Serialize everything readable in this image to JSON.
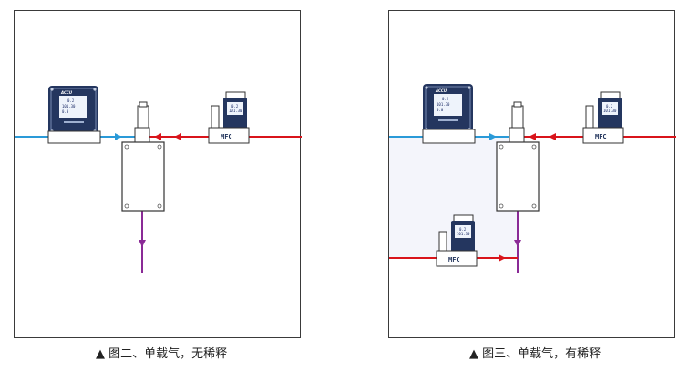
{
  "figures": [
    {
      "caption_marker": "▲",
      "caption": "图二、单载气，无稀释",
      "dilution": false,
      "controller_label": "MFC",
      "device_logo": "ACCU",
      "screen_lines": [
        "0.2",
        "101.30",
        "0.0"
      ]
    },
    {
      "caption_marker": "▲",
      "caption": "图三、单载气，有稀释",
      "dilution": true,
      "controller_label": "MFC",
      "dilution_controller_label": "MFC",
      "device_logo": "ACCU",
      "screen_lines": [
        "0.2",
        "101.30",
        "0.0"
      ]
    }
  ],
  "colors": {
    "carrier_line": "#d9141b",
    "output_line": "#2a9ad8",
    "vent_line": "#8a2a96",
    "dilution_line": "#d9141b",
    "device_body": "#24365f",
    "device_screen": "#eef3fb",
    "frame": "#3a3a3a",
    "shaded_region": "#f4f5fb"
  }
}
